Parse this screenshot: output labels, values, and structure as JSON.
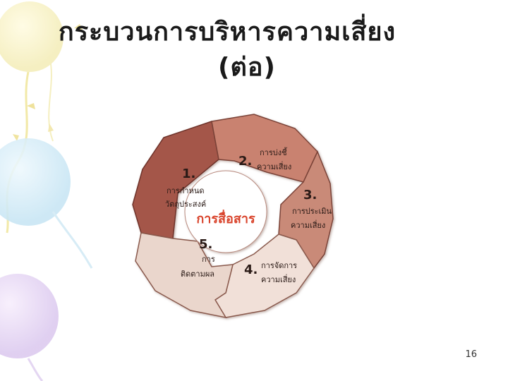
{
  "slide": {
    "title_line1": "กระบวนการบริหารความเสี่ยง",
    "title_line2": "(ต่อ)",
    "page_number": "16"
  },
  "diagram": {
    "center_label": "การสื่อสาร",
    "steps": [
      {
        "number": "1.",
        "label_line1": "การกำหนด",
        "label_line2": "วัตถุประสงค์"
      },
      {
        "number": "2.",
        "label_line1": "การบ่งชี้",
        "label_line2": "ความเสี่ยง"
      },
      {
        "number": "3.",
        "label_line1": "การประเมิน",
        "label_line2": "ความเสี่ยง"
      },
      {
        "number": "4.",
        "label_line1": "การจัดการ",
        "label_line2": "ความเสี่ยง"
      },
      {
        "number": "5.",
        "label_line1": "การ",
        "label_line2": "ติดตามผล"
      }
    ]
  },
  "colors": {
    "step1": "#a4574a",
    "step2": "#c9826f",
    "step3": "#c98a78",
    "step4": "#f1e0d8",
    "step5": "#ead6cc",
    "center_text": "#d9432b"
  }
}
